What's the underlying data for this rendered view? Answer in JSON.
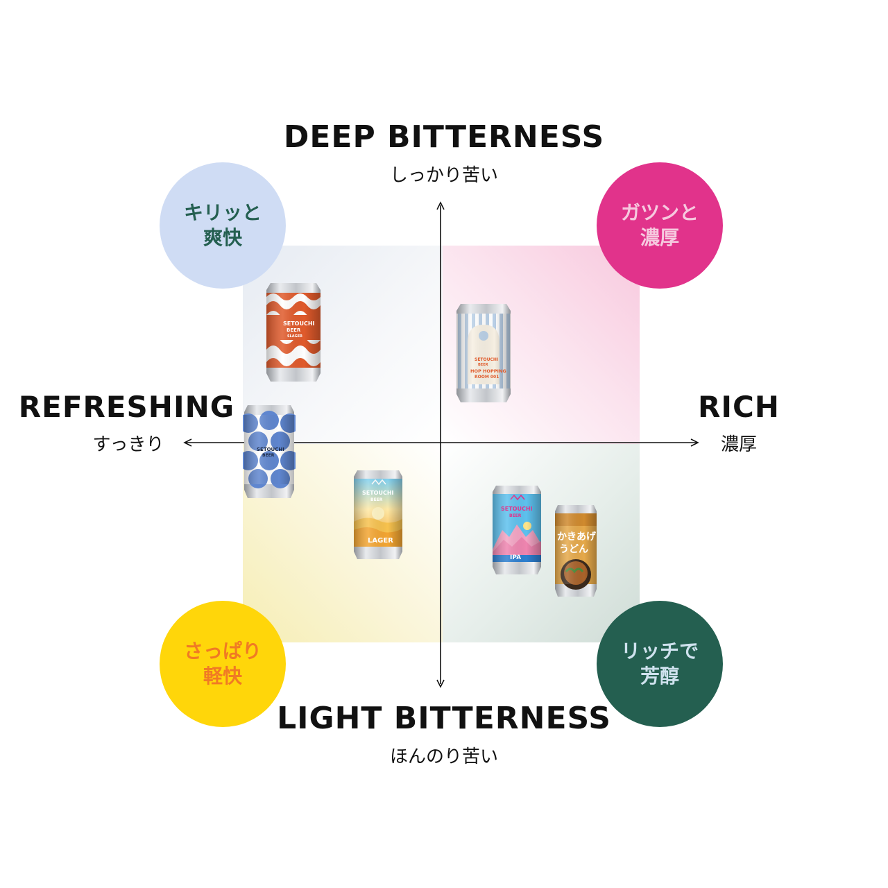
{
  "axes": {
    "top": {
      "title": "DEEP BITTERNESS",
      "subtitle": "しっかり苦い"
    },
    "bottom": {
      "title": "LIGHT BITTERNESS",
      "subtitle": "ほんのり苦い"
    },
    "left": {
      "title": "REFRESHING",
      "subtitle": "すっきり"
    },
    "right": {
      "title": "RICH",
      "subtitle": "濃厚"
    }
  },
  "quadrant_badges": {
    "top_left": {
      "line1": "キリッと",
      "line2": "爽快",
      "bg": "#cfdcf4",
      "fg": "#245f50"
    },
    "top_right": {
      "line1": "ガツンと",
      "line2": "濃厚",
      "bg": "#e1338b",
      "fg": "#f6c9df"
    },
    "bottom_left": {
      "line1": "さっぱり",
      "line2": "軽快",
      "bg": "#ffd60a",
      "fg": "#f07a24"
    },
    "bottom_right": {
      "line1": "リッチで",
      "line2": "芳醇",
      "bg": "#245f50",
      "fg": "#cfe2ee"
    }
  },
  "cans": {
    "wave": {
      "brand1": "SETOUCHI",
      "brand2": "BEER",
      "name": "SLAGER",
      "color": "#e05a2b"
    },
    "hop": {
      "brand1": "SETOUCHI",
      "brand2": "BEER",
      "name1": "HOP HOPPING",
      "name2": "ROOM 001",
      "color": "#b9cfe6"
    },
    "dot": {
      "brand1": "SETOUCHI",
      "brand2": "BEER",
      "color": "#5f86cf"
    },
    "lager": {
      "brand1": "SETOUCHI",
      "brand2": "BEER",
      "name": "LAGER",
      "color": "#f6b733"
    },
    "ipa": {
      "brand1": "SETOUCHI",
      "brand2": "BEER",
      "name": "IPA",
      "color": "#5ec1ee"
    },
    "udon": {
      "name1": "かきあげ",
      "name2": "うどん",
      "color": "#e6a94a"
    }
  }
}
